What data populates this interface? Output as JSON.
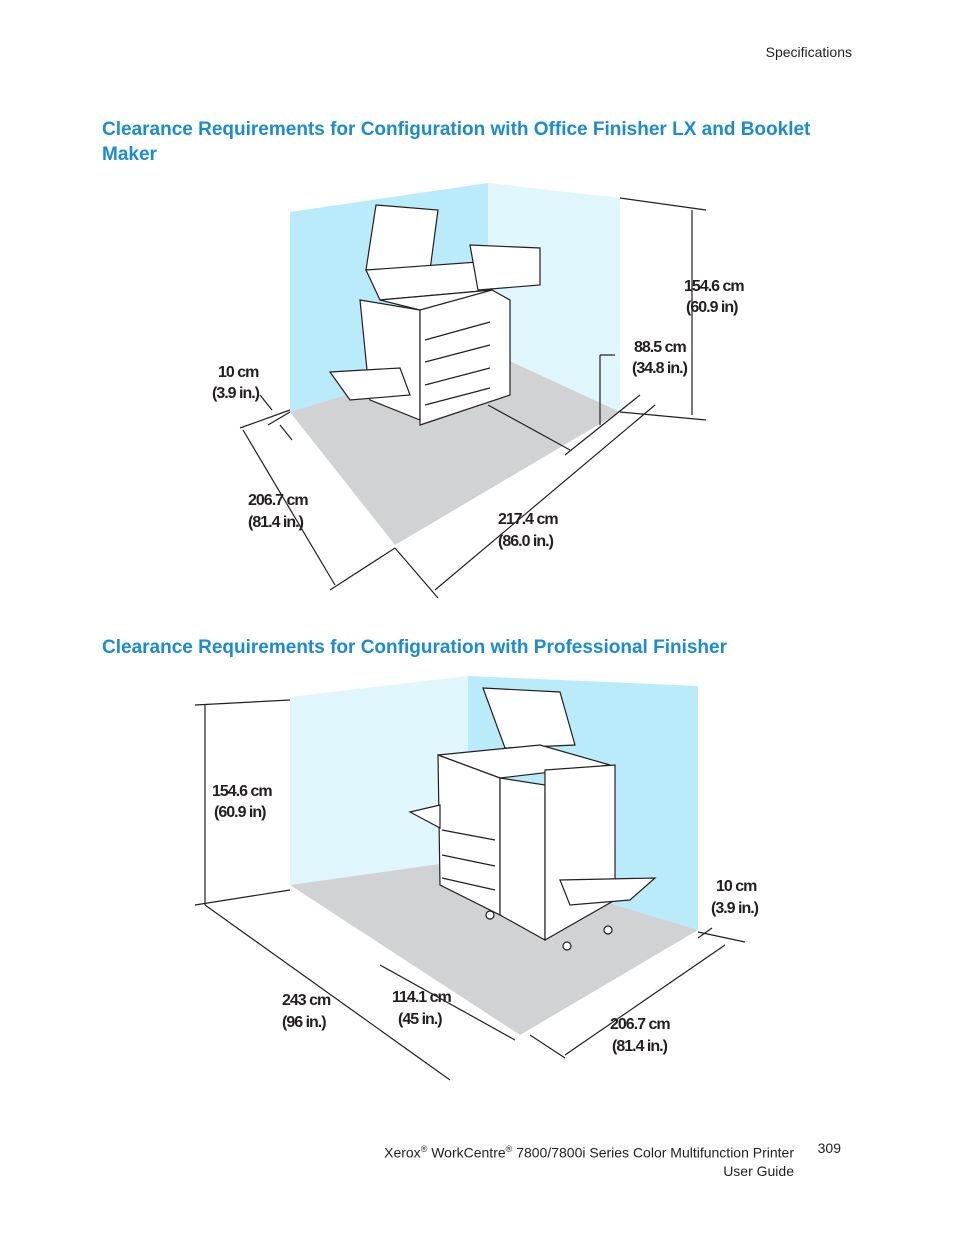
{
  "header": {
    "section": "Specifications"
  },
  "headings": {
    "first": "Clearance Requirements for Configuration with Office Finisher LX and Booklet Maker",
    "second": "Clearance Requirements for Configuration with Professional Finisher"
  },
  "figure1": {
    "height_cm": "154.6 cm",
    "height_in": "(60.9 in)",
    "depth_cm": "88.5 cm",
    "depth_in": "(34.8 in.)",
    "clear_cm": "10 cm",
    "clear_in": "(3.9 in.)",
    "left_cm": "206.7 cm",
    "left_in": "(81.4 in.)",
    "right_cm": "217.4 cm",
    "right_in": "(86.0 in.)"
  },
  "figure2": {
    "height_cm": "154.6 cm",
    "height_in": "(60.9 in)",
    "clear_cm": "10 cm",
    "clear_in": "(3.9 in.)",
    "width_cm": "243 cm",
    "width_in": "(96 in.)",
    "inner_cm": "114.1 cm",
    "inner_in": "(45 in.)",
    "depth_cm": "206.7 cm",
    "depth_in": "(81.4 in.)"
  },
  "footer": {
    "brand": "Xerox",
    "product": "WorkCentre",
    "registered": "®",
    "model": "7800/7800i Series Color Multifunction Printer",
    "guide": "User Guide",
    "page_number": "309"
  },
  "colors": {
    "heading": "#1a8bd6",
    "wall": "#b9ebfa",
    "floor": "#d1d2d4"
  }
}
